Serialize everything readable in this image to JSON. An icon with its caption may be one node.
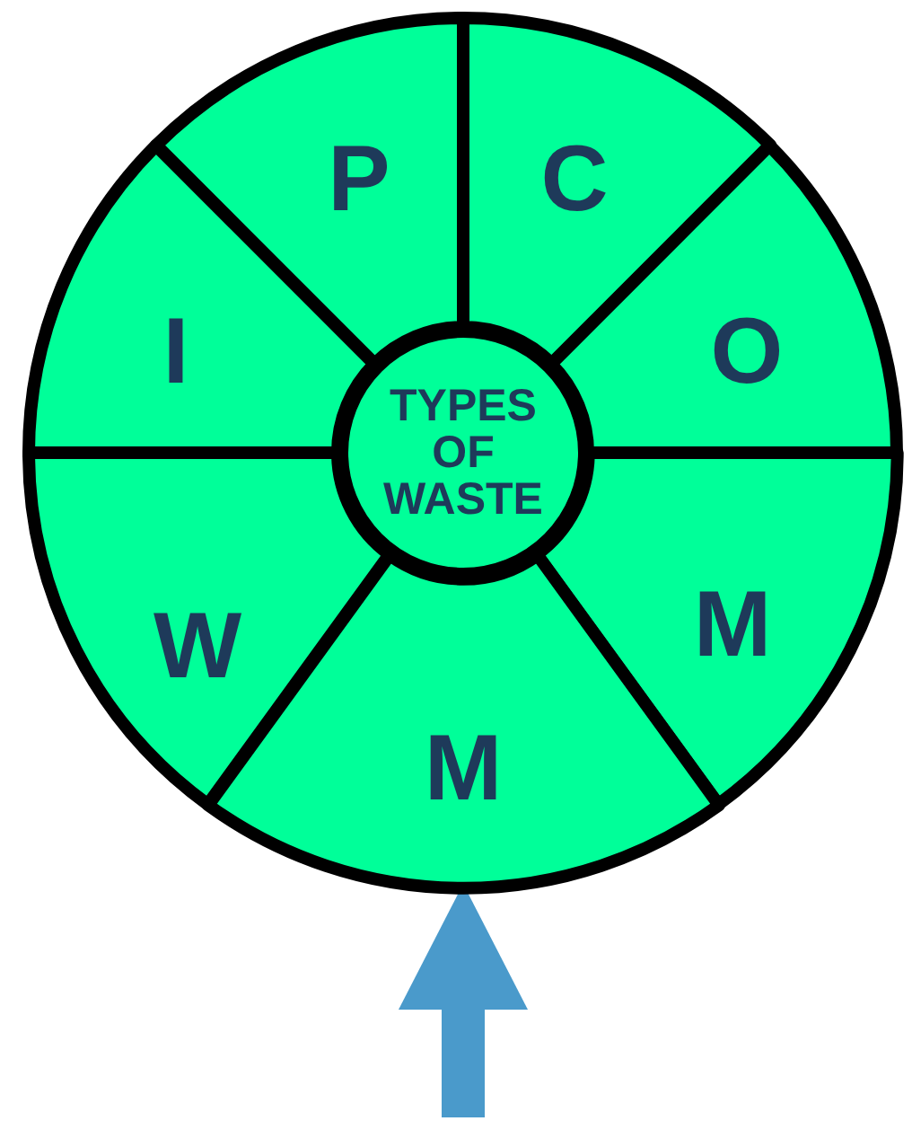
{
  "diagram": {
    "nodes": [
      {
        "text": [
          "P"
        ]
      },
      {
        "text": [
          "C"
        ]
      },
      {
        "text": [
          "I"
        ]
      },
      {
        "text": [
          "O"
        ]
      },
      {
        "text": [
          "TYPES OF WASTE"
        ]
      },
      {
        "text": [
          "W"
        ]
      },
      {
        "text": [
          "M"
        ]
      },
      {
        "text": [
          "M"
        ]
      }
    ],
    "edges": [
      {
        "from": null,
        "to": 7,
        "arrow": "to",
        "color": "#4a9acb"
      }
    ]
  }
}
